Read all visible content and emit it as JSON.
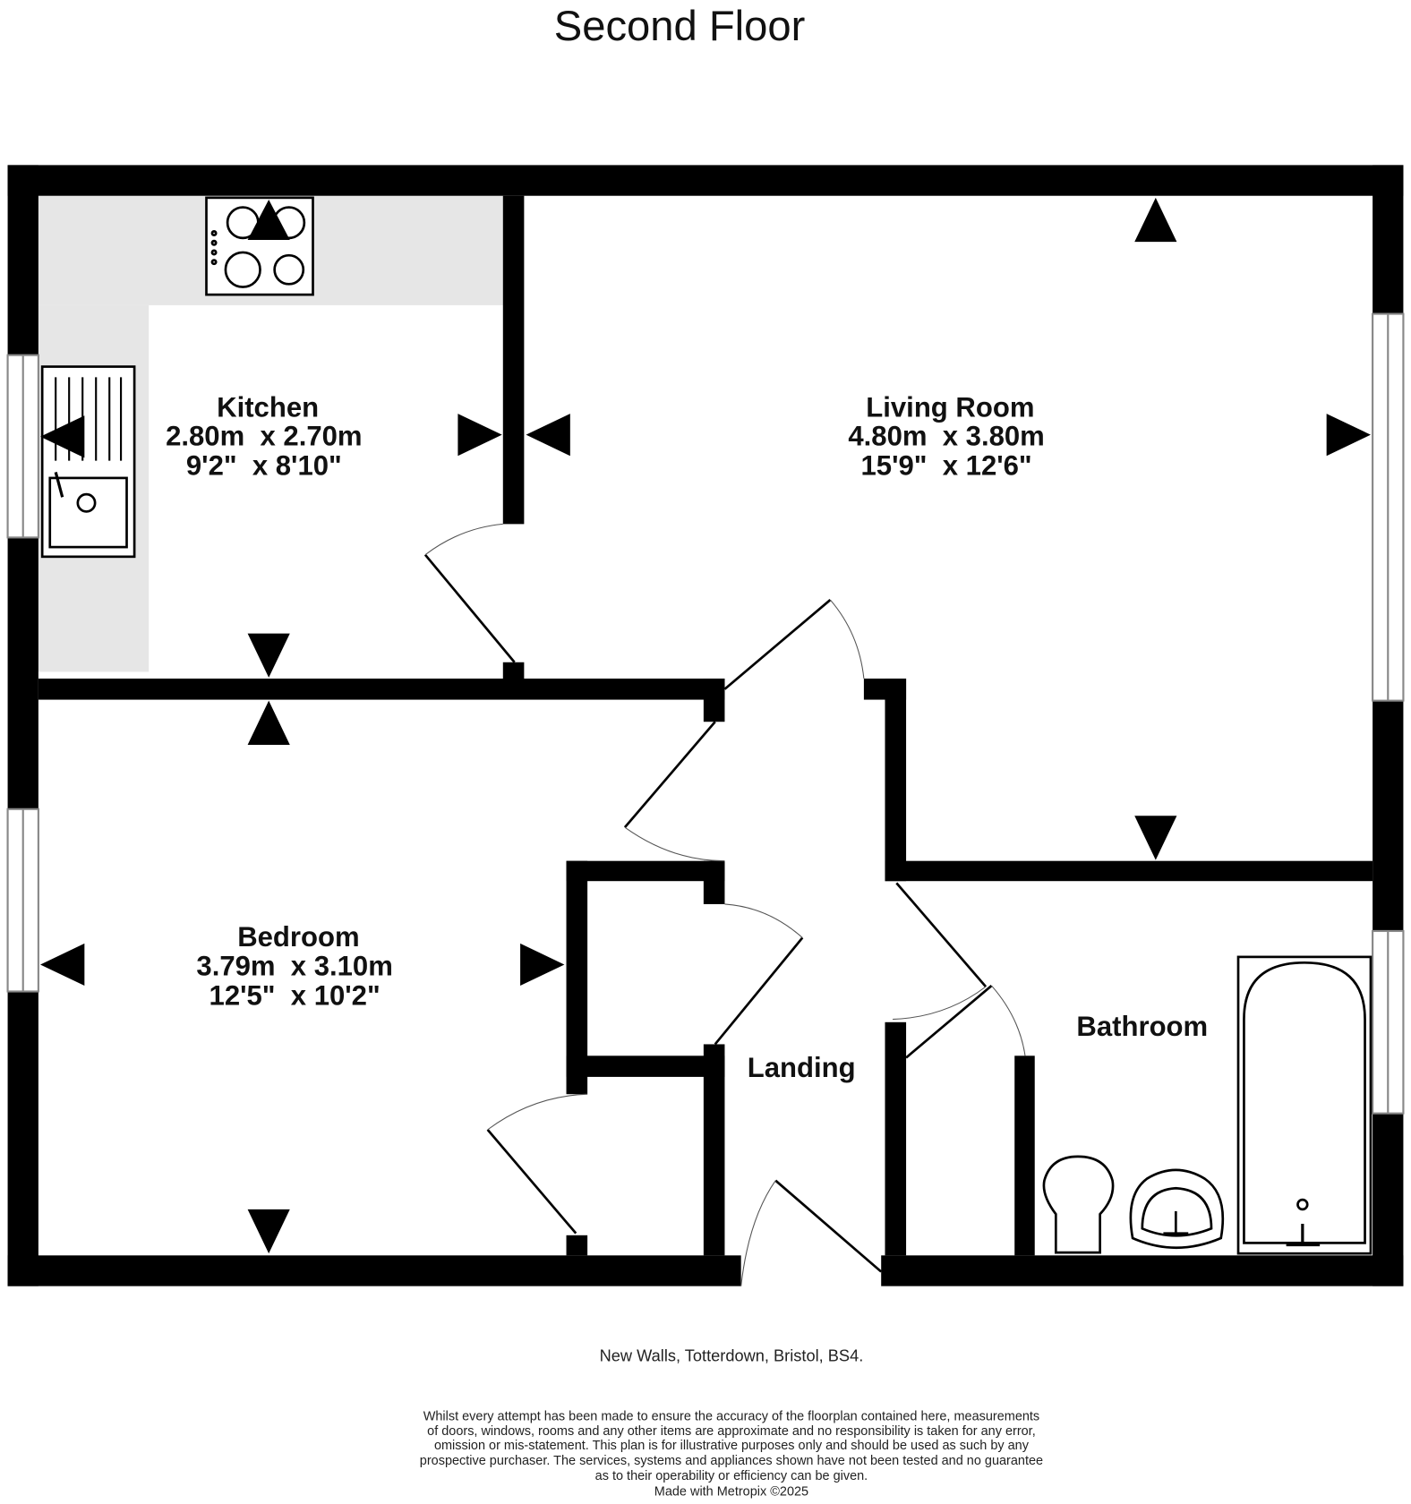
{
  "title": "Second Floor",
  "rooms": {
    "kitchen": {
      "name": "Kitchen",
      "metric": "2.80m  x 2.70m",
      "imperial": "9'2\"  x 8'10\""
    },
    "living": {
      "name": "Living Room",
      "metric": "4.80m  x 3.80m",
      "imperial": "15'9\"  x 12'6\""
    },
    "bedroom": {
      "name": "Bedroom",
      "metric": "3.79m  x 3.10m",
      "imperial": "12'5\"  x 10'2\""
    },
    "landing": {
      "name": "Landing"
    },
    "bathroom": {
      "name": "Bathroom"
    }
  },
  "address": "New Walls, Totterdown, Bristol, BS4.",
  "disclaimer": [
    "Whilst every attempt has been made to ensure the accuracy of the floorplan contained here, measurements",
    "of doors, windows, rooms and any other items are approximate and no responsibility is taken for any error,",
    "omission or mis-statement. This plan is for illustrative purposes only and should be used as such by any",
    "prospective purchaser. The services, systems and appliances shown have not been tested and no guarantee",
    "as to their operability or efficiency can be given."
  ],
  "credit": "Made with Metropix ©2025",
  "colors": {
    "wall": "#000000",
    "worktop": "#e6e6e6",
    "window": "#888888"
  }
}
